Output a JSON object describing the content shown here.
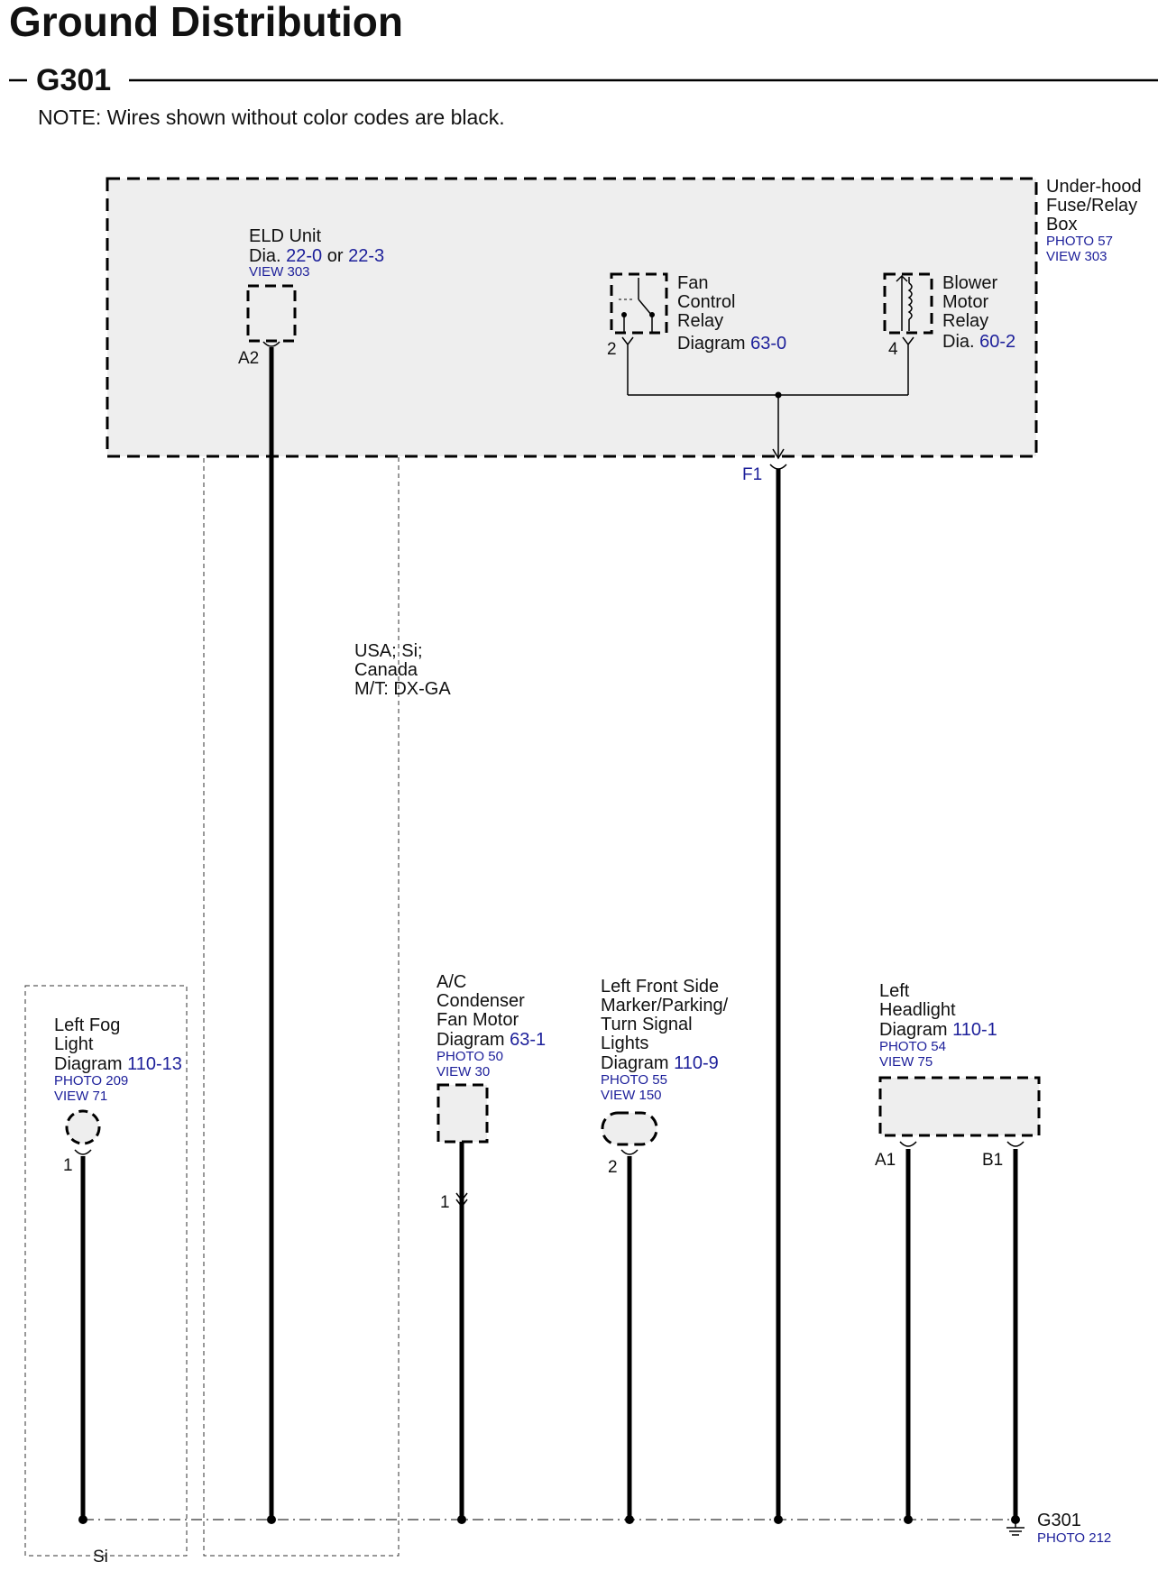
{
  "page": {
    "title": "Ground Distribution",
    "ground_id": "G301",
    "note": "NOTE: Wires shown without color codes are black."
  },
  "fuse_box": {
    "name": [
      "Under-hood",
      "Fuse/Relay",
      "Box"
    ],
    "photo": "PHOTO 57",
    "view": "VIEW 303",
    "pin": "F1"
  },
  "eld_unit": {
    "name": "ELD Unit",
    "dia_prefix": "Dia.",
    "ref_a": "22-0",
    "or_text": "or",
    "ref_b": "22-3",
    "view": "VIEW 303",
    "pin": "A2"
  },
  "fan_relay": {
    "name": [
      "Fan",
      "Control",
      "Relay"
    ],
    "diagram_prefix": "Diagram",
    "ref": "63-0",
    "pin": "2"
  },
  "blower_relay": {
    "name": [
      "Blower",
      "Motor",
      "Relay"
    ],
    "dia_prefix": "Dia.",
    "ref": "60-2",
    "pin": "4"
  },
  "variant_note": [
    "USA; Si;",
    "Canada",
    "M/T: DX-GA"
  ],
  "fog_light": {
    "name": [
      "Left Fog",
      "Light"
    ],
    "diagram_prefix": "Diagram",
    "ref": "110-13",
    "photo": "PHOTO 209",
    "view": "VIEW 71",
    "pin": "1",
    "variant": "Si"
  },
  "ac_motor": {
    "name": [
      "A/C",
      "Condenser",
      "Fan Motor"
    ],
    "diagram_prefix": "Diagram",
    "ref": "63-1",
    "photo": "PHOTO 50",
    "view": "VIEW 30",
    "pin": "1"
  },
  "side_marker": {
    "name": [
      "Left Front Side",
      "Marker/Parking/",
      "Turn Signal",
      "Lights"
    ],
    "diagram_prefix": "Diagram",
    "ref": "110-9",
    "photo": "PHOTO 55",
    "view": "VIEW 150",
    "pin": "2"
  },
  "headlight": {
    "name": [
      "Left",
      "Headlight"
    ],
    "diagram_prefix": "Diagram",
    "ref": "110-1",
    "photo": "PHOTO 54",
    "view": "VIEW 75",
    "pin_a": "A1",
    "pin_b": "B1"
  },
  "ground": {
    "id": "G301",
    "photo": "PHOTO 212"
  },
  "colors": {
    "reference_blue": "#1c1f9a",
    "box_fill": "#eeeeee"
  }
}
